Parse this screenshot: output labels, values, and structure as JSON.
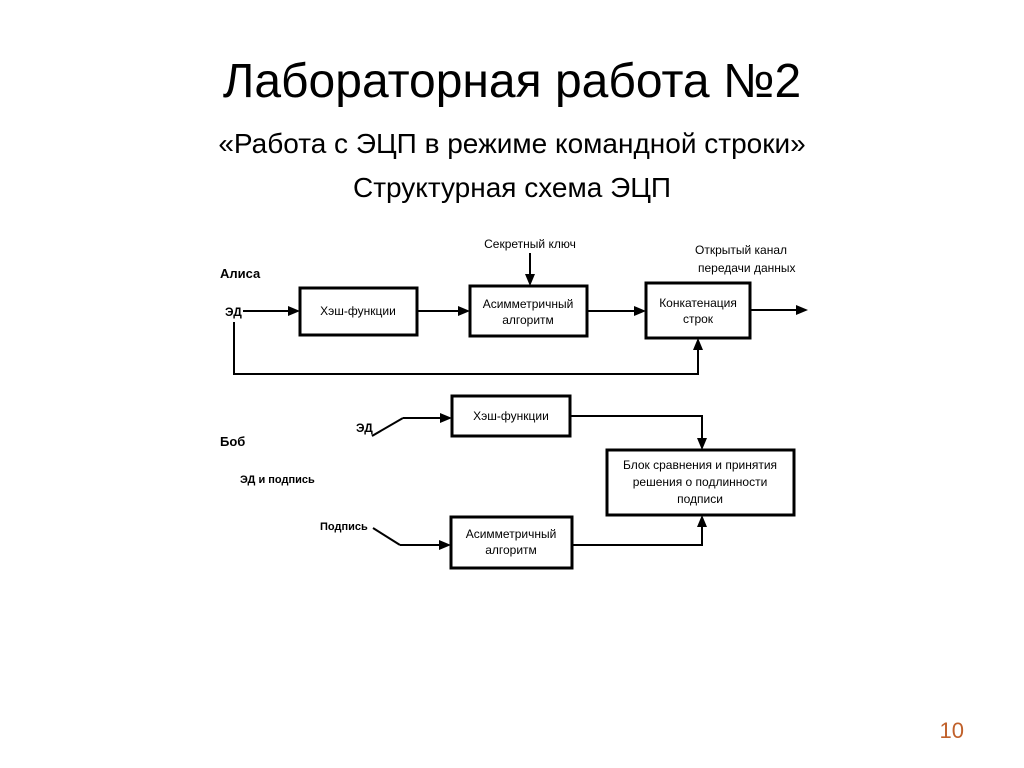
{
  "slide": {
    "title": "Лабораторная работа №2",
    "subtitle": "«Работа с ЭЦП в режиме командной строки»",
    "subtitle2": "Структурная схема ЭЦП",
    "page_number": "10",
    "page_number_color": "#c0602a"
  },
  "diagram": {
    "alice_label": "Алиса",
    "alice_input": "ЭД",
    "secret_key": "Секретный ключ",
    "open_channel_line1": "Открытый канал",
    "open_channel_line2": "передачи данных",
    "alice_hash": "Хэш-функции",
    "alice_asym_line1": "Асимметричный",
    "alice_asym_line2": "алгоритм",
    "concat_line1": "Конкатенация",
    "concat_line2": "строк",
    "bob_label": "Боб",
    "bob_ed": "ЭД",
    "bob_ed_sig": "ЭД и подпись",
    "bob_sig": "Подпись",
    "bob_hash": "Хэш-функции",
    "bob_asym_line1": "Асимметричный",
    "bob_asym_line2": "алгоритм",
    "compare_line1": "Блок сравнения и принятия",
    "compare_line2": "решения о подлинности",
    "compare_line3": "подписи"
  }
}
